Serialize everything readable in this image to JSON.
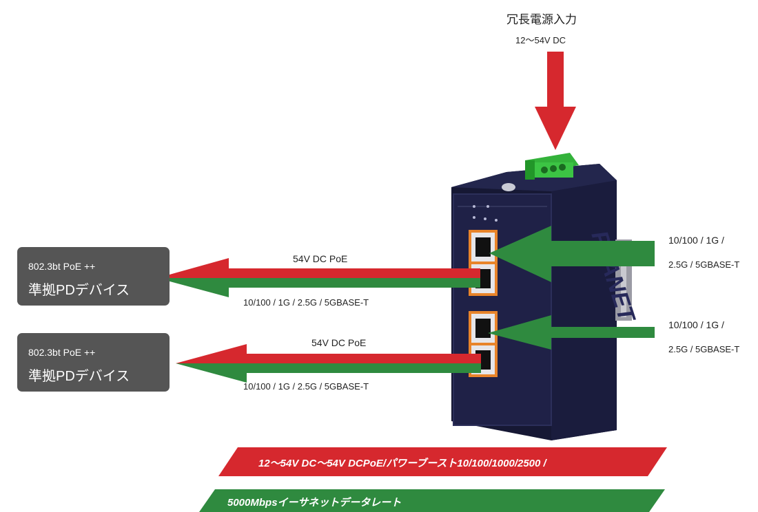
{
  "power_input": {
    "title": "冗長電源入力",
    "voltage": "12〜54V DC"
  },
  "pd_devices": [
    {
      "line1": "802.3bt PoE ++",
      "line2": "準拠PDデバイス"
    },
    {
      "line1": "802.3bt PoE ++",
      "line2": "準拠PDデバイス"
    }
  ],
  "poe_links": [
    {
      "power_label": "54V DC PoE",
      "speed_label": "10/100 / 1G / 2.5G / 5GBASE-T"
    },
    {
      "power_label": "54V DC PoE",
      "speed_label": "10/100 / 1G / 2.5G / 5GBASE-T"
    }
  ],
  "uplinks": [
    {
      "line1": "10/100 / 1G /",
      "line2": "2.5G / 5GBASE-T"
    },
    {
      "line1": "10/100 / 1G /",
      "line2": "2.5G / 5GBASE-T"
    }
  ],
  "device": {
    "brand": "PLANET",
    "body_color": "#1f2147",
    "terminal_color": "#33b23a"
  },
  "banners": {
    "red_text": "12〜54V DC〜54V DCPoE/パワーブースト10/100/1000/2500 /",
    "green_text": "5000Mbpsイーサネットデータレート",
    "red_color": "#d6282e",
    "green_color": "#2f8a3f"
  }
}
